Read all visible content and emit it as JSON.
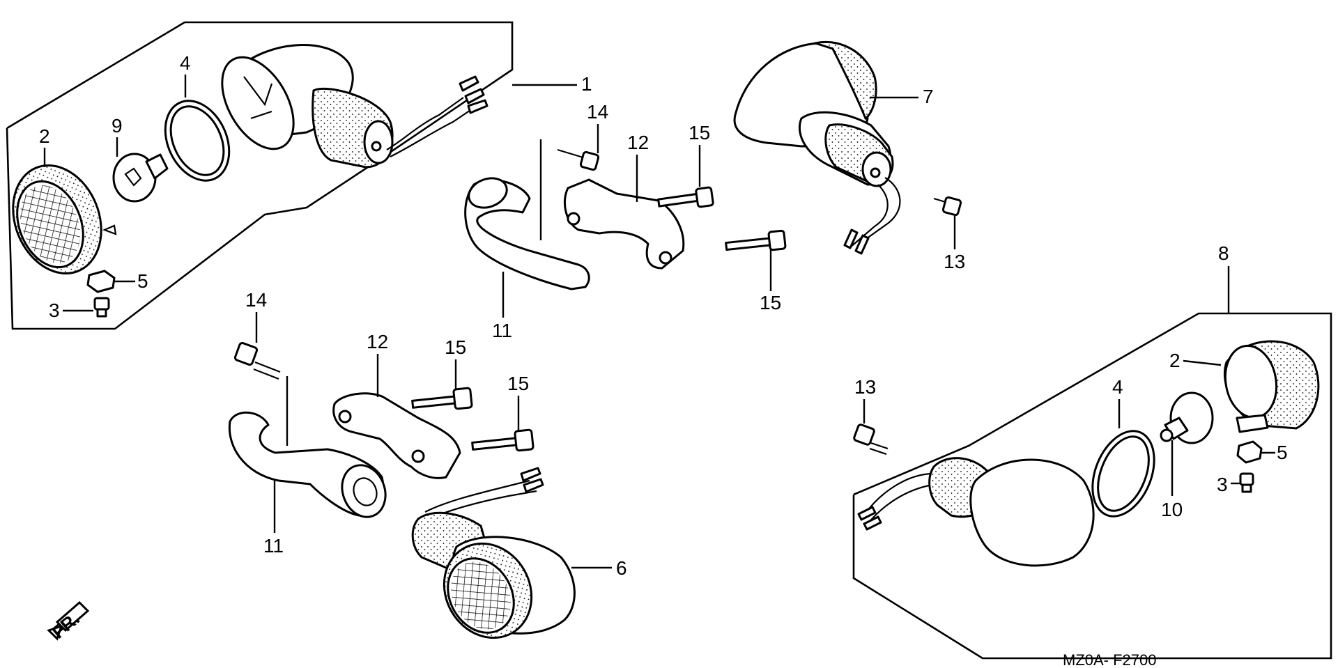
{
  "callouts": {
    "c1": "1",
    "c2a": "2",
    "c2b": "2",
    "c3a": "3",
    "c3b": "3",
    "c4a": "4",
    "c4b": "4",
    "c5a": "5",
    "c5b": "5",
    "c6": "6",
    "c7": "7",
    "c8": "8",
    "c9": "9",
    "c10": "10",
    "c11a": "11",
    "c11b": "11",
    "c12a": "12",
    "c12b": "12",
    "c13a": "13",
    "c13b": "13",
    "c14a": "14",
    "c14b": "14",
    "c15a": "15",
    "c15b": "15",
    "c15c": "15",
    "c15d": "15"
  },
  "diagram_code": "MZ0A- F2700",
  "direction_label": "FR."
}
